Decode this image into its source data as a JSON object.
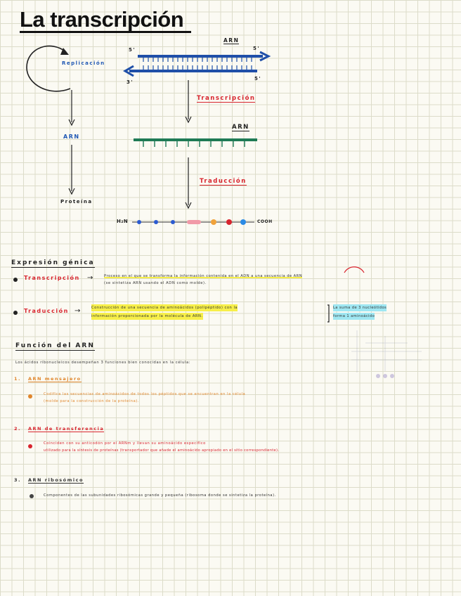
{
  "page": {
    "title": "La transcripción"
  },
  "diagram": {
    "replication_label": "Replicación",
    "arn_label_left": "ARN",
    "protein_label": "Proteína",
    "strand_top_left": "5'",
    "strand_top_right": "5'",
    "strand_bottom_left": "3'",
    "strand_bottom_right": "5'",
    "arn_top_label": "ARN",
    "transcription_label": "Transcripción",
    "arn_middle_label": "ARN",
    "translation_label": "Traducción",
    "peptide_start": "H₂N",
    "peptide_end": "COOH",
    "peptide_colors": [
      "#2b5bd1",
      "#2b5bd1",
      "#2b5bd1",
      "#f19aa8",
      "#f0a23a",
      "#d8242e",
      "#2b8be6"
    ]
  },
  "expresion": {
    "heading": "Expresión génica",
    "transcripcion": {
      "term": "Transcripción",
      "arrow": "→",
      "line1": "Proceso en el que se transforma la información contenida en el ADN a una secuencia de ARN",
      "line2": "(se sintetiza ARN usando el ADN como molde)."
    },
    "traduccion": {
      "term": "Traducción",
      "arrow": "→",
      "line1": "Construcción de una secuencia de aminoácidos (polipéptido) con la",
      "line2": "información proporcionada por la molécula de ARN.",
      "note1": "La suma de 3 nucleótidos",
      "note2": "forma 1 aminoácido"
    }
  },
  "funcion": {
    "heading": "Función del ARN",
    "intro": "Los ácidos ribonucleicos desempeñan 3 funciones bien conocidas en la célula:",
    "items": [
      {
        "num": "1.",
        "title": "ARN mensajero",
        "line1": "Codifica las secuencias de aminoácidos de todos los péptidos que se encuentran en la célula",
        "line2": "(molde para la construcción de la proteína)."
      },
      {
        "num": "2.",
        "title": "ARN de transferencia",
        "line1": "Coinciden con su anticodón por el ARNm y llevan su aminoácido específico",
        "line2": "utilizado para la síntesis de proteínas (transportador que añade el aminoácido apropiado en el sitio correspondiente)."
      },
      {
        "num": "3.",
        "title": "ARN ribosómico",
        "line1": "Componentes de las subunidades ribosómicas grande y pequeña (ribosoma donde se sintetiza la proteína)."
      }
    ]
  },
  "colors": {
    "blue": "#1f57b3",
    "red": "#d8242e",
    "green": "#1e7a55",
    "orange": "#e0862c",
    "yellow": "#f7ef4a",
    "cyan": "#9fe7f2"
  }
}
